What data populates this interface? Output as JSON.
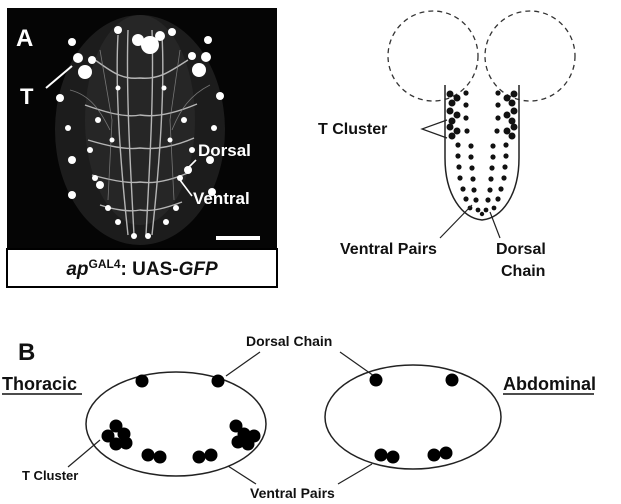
{
  "panel_a": {
    "letter": "A",
    "micro_labels": {
      "t": "T",
      "dorsal": "Dorsal",
      "ventral": "Ventral"
    },
    "caption": {
      "italic_prefix": "ap",
      "superscript": "GAL4",
      "middle": ": UAS-",
      "italic_suffix": "GFP"
    },
    "schematic_labels": {
      "t_cluster": "T Cluster",
      "ventral_pairs": "Ventral Pairs",
      "dorsal_chain_line1": "Dorsal",
      "dorsal_chain_line2": "Chain"
    }
  },
  "panel_b": {
    "letter": "B",
    "thoracic": "Thoracic",
    "abdominal": "Abdominal",
    "dorsal_chain": "Dorsal Chain",
    "t_cluster": "T Cluster",
    "ventral_pairs": "Ventral Pairs"
  }
}
